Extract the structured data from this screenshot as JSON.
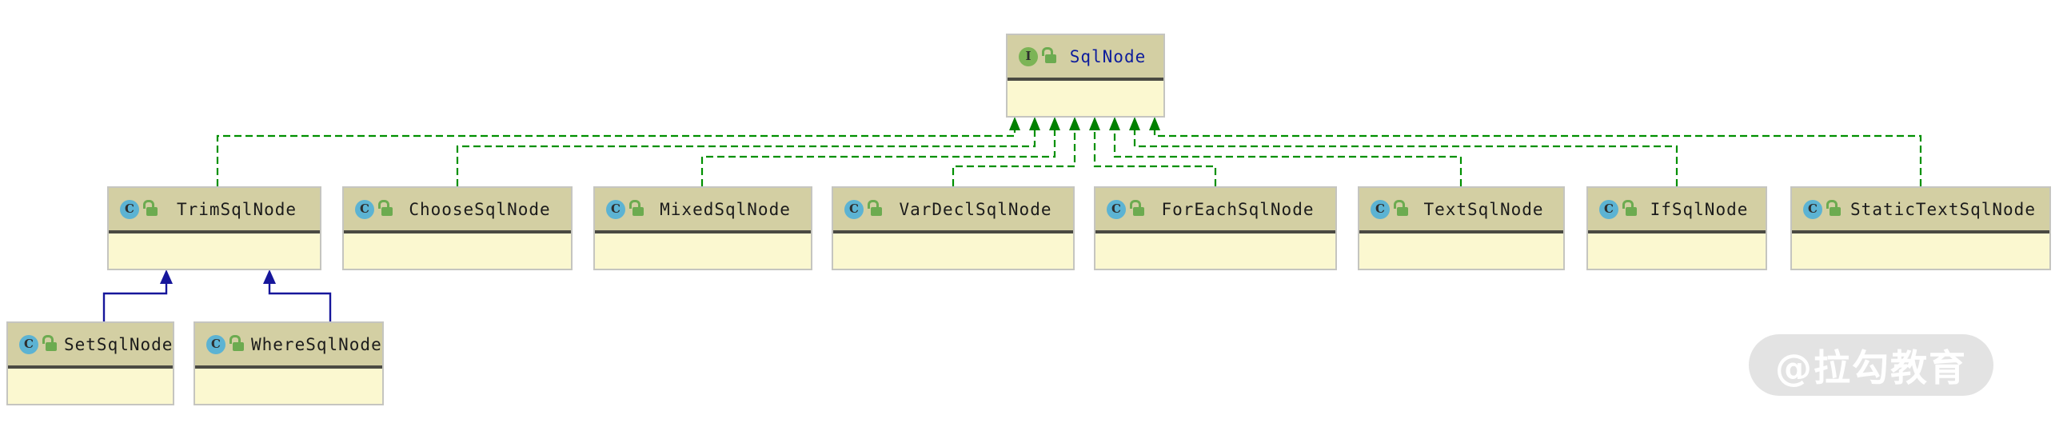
{
  "diagram": {
    "type": "uml-class-diagram",
    "colors": {
      "node_header_bg": "#d3cfa3",
      "node_body_bg": "#fbf8d0",
      "node_border": "#c5c5c0",
      "header_separator": "#4a4a42",
      "realization_edge": "#009000",
      "inheritance_edge": "#16169b",
      "interface_icon_bg": "#7cb456",
      "class_icon_bg": "#5cb3d3",
      "lock_icon": "#6cab50",
      "interface_title": "#0d1c9c",
      "class_title": "#1b1b1b"
    },
    "icons": {
      "interface_letter": "I",
      "class_letter": "C",
      "visibility": "unlocked-lock"
    },
    "nodes": {
      "sqlnode": {
        "name": "SqlNode",
        "kind": "interface"
      },
      "trim": {
        "name": "TrimSqlNode",
        "kind": "class"
      },
      "choose": {
        "name": "ChooseSqlNode",
        "kind": "class"
      },
      "mixed": {
        "name": "MixedSqlNode",
        "kind": "class"
      },
      "vardecl": {
        "name": "VarDeclSqlNode",
        "kind": "class"
      },
      "foreach": {
        "name": "ForEachSqlNode",
        "kind": "class"
      },
      "text": {
        "name": "TextSqlNode",
        "kind": "class"
      },
      "if": {
        "name": "IfSqlNode",
        "kind": "class"
      },
      "statictext": {
        "name": "StaticTextSqlNode",
        "kind": "class"
      },
      "set": {
        "name": "SetSqlNode",
        "kind": "class"
      },
      "where": {
        "name": "WhereSqlNode",
        "kind": "class"
      }
    },
    "edges": {
      "realization": [
        {
          "from": "TrimSqlNode",
          "to": "SqlNode"
        },
        {
          "from": "ChooseSqlNode",
          "to": "SqlNode"
        },
        {
          "from": "MixedSqlNode",
          "to": "SqlNode"
        },
        {
          "from": "VarDeclSqlNode",
          "to": "SqlNode"
        },
        {
          "from": "ForEachSqlNode",
          "to": "SqlNode"
        },
        {
          "from": "TextSqlNode",
          "to": "SqlNode"
        },
        {
          "from": "IfSqlNode",
          "to": "SqlNode"
        },
        {
          "from": "StaticTextSqlNode",
          "to": "SqlNode"
        }
      ],
      "inheritance": [
        {
          "from": "SetSqlNode",
          "to": "TrimSqlNode"
        },
        {
          "from": "WhereSqlNode",
          "to": "TrimSqlNode"
        }
      ]
    },
    "watermark": {
      "text": "@拉勾教育"
    }
  }
}
